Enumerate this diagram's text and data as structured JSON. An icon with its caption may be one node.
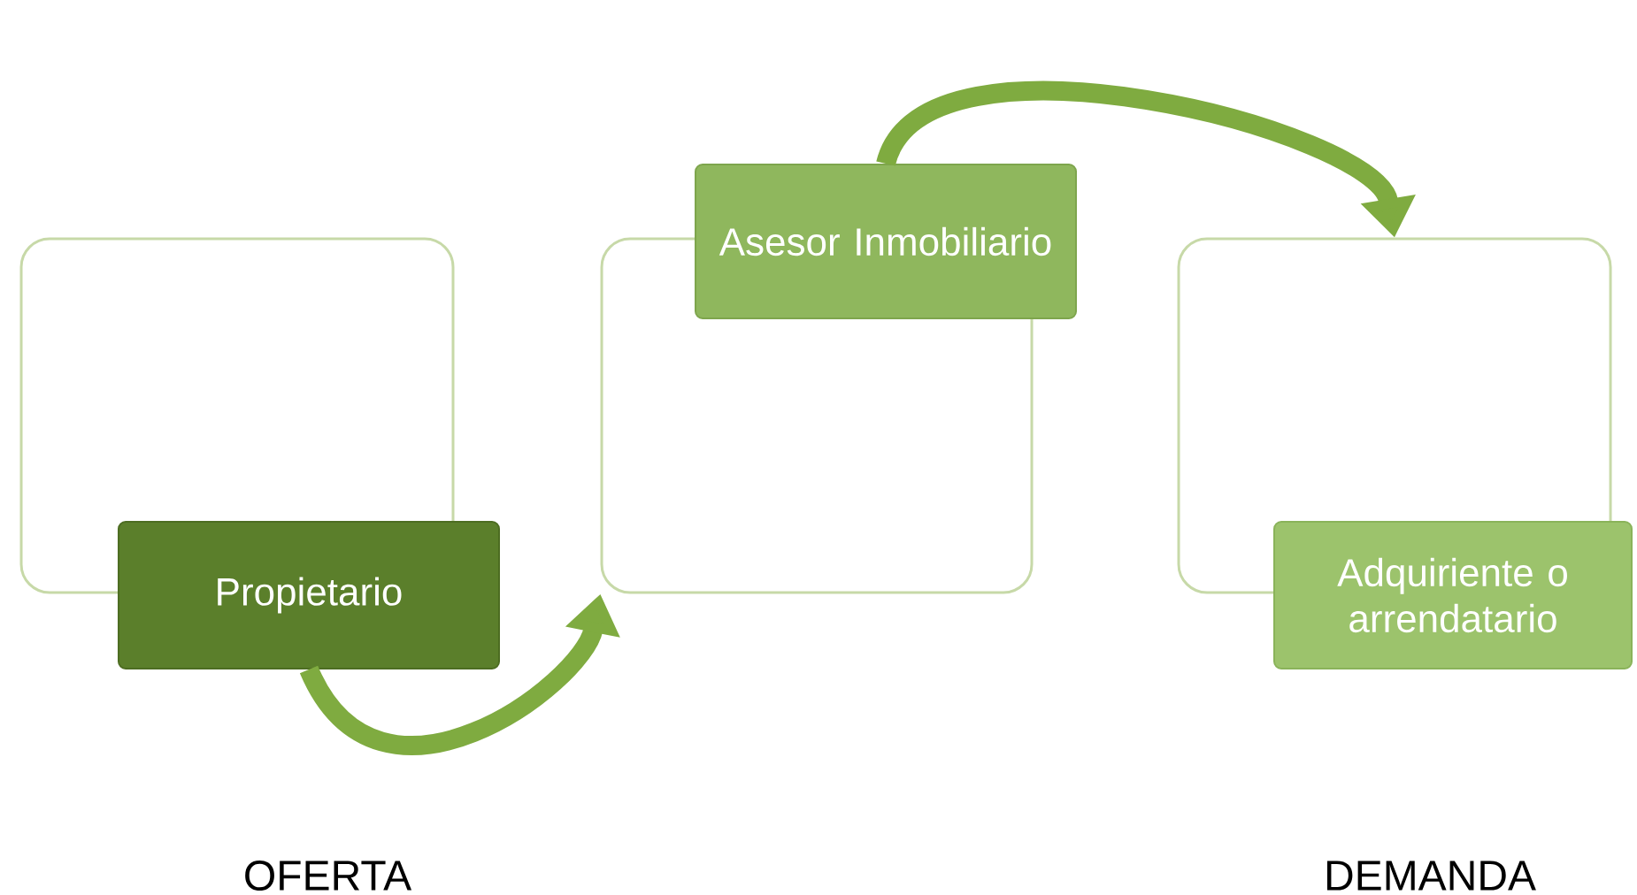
{
  "diagram": {
    "nodes": [
      {
        "text": [],
        "shape": "box"
      },
      {
        "text": [
          "Propietario"
        ]
      },
      {
        "text": [],
        "shape": "box"
      },
      {
        "text": [
          "Asesor Inmobiliario"
        ]
      },
      {
        "text": [],
        "shape": "box"
      },
      {
        "text": [
          "Adquiriente o arrendatario"
        ]
      }
    ],
    "edges": [
      {
        "from": 1,
        "to": 2,
        "arrow": "to"
      },
      {
        "from": 3,
        "to": 4,
        "arrow": "to"
      }
    ],
    "labels": [
      "OFERTA",
      "DEMANDA"
    ]
  }
}
